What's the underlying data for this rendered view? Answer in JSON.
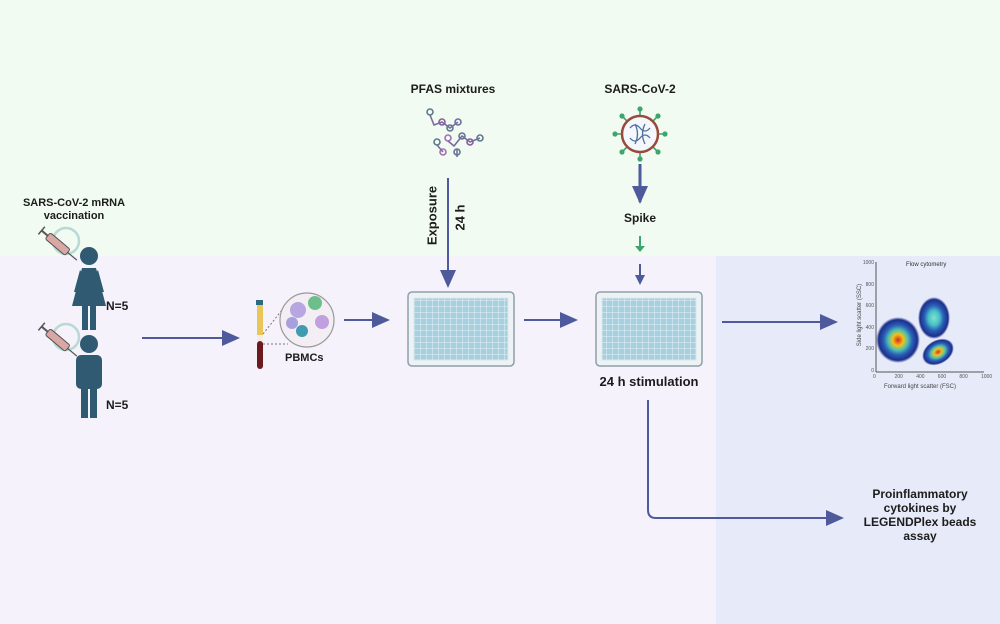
{
  "labels": {
    "vaccination": [
      "SARS-CoV-2 mRNA",
      "vaccination"
    ],
    "female_n": "N=5",
    "male_n": "N=5",
    "pbmcs": "PBMCs",
    "pfas": "PFAS mixtures",
    "exposure": "Exposure",
    "exposure_time": "24 h",
    "sars": "SARS-CoV-2",
    "spike": "Spike",
    "stimulation": "24 h stimulation",
    "cytokines": [
      "Proinflammatory",
      "cytokines by",
      "LEGENDPlex beads",
      "assay"
    ]
  },
  "flow_plot": {
    "title": "Flow cytometry",
    "xlabel": "Forward light scatter (FSC)",
    "ylabel": "Side light scatter (SSC)",
    "xticks": [
      "0",
      "200",
      "400",
      "600",
      "800",
      "1000"
    ],
    "yticks": [
      "0",
      "200",
      "400",
      "600",
      "800",
      "1000"
    ]
  },
  "colors": {
    "arrow": "#4e5a9c",
    "figure": "#2f5a72",
    "plate": "#b8d8e4"
  }
}
